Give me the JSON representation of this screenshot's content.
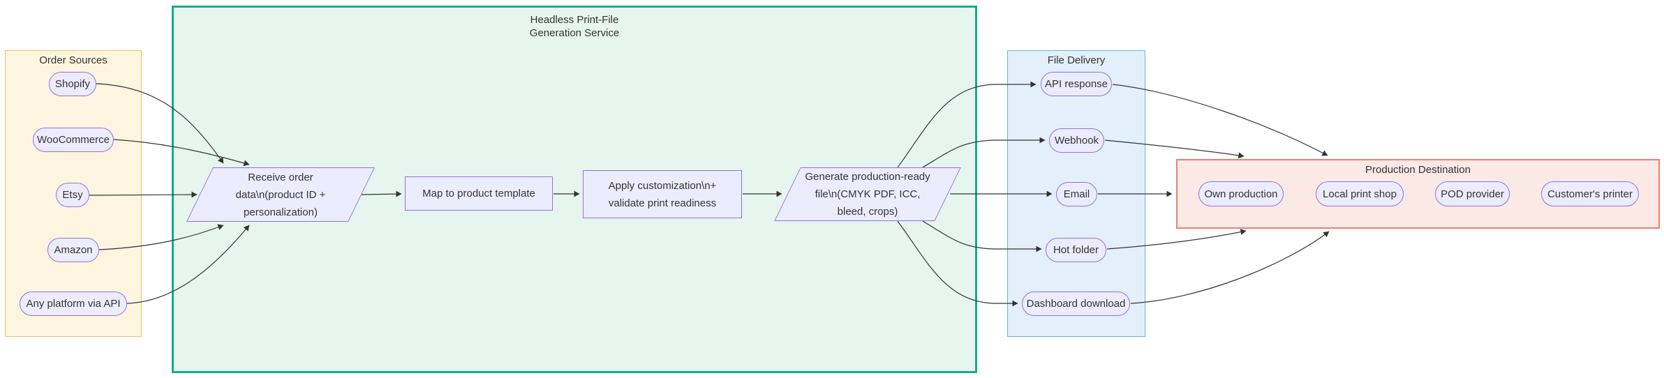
{
  "clusters": {
    "order_sources": {
      "title": "Order Sources",
      "fill": "#FDF5DF",
      "stroke": "#F2C063"
    },
    "service": {
      "title_lines": [
        "Headless Print-File",
        "Generation Service"
      ],
      "fill": "#E6F5EE",
      "stroke": "#14AE87"
    },
    "file_delivery": {
      "title": "File Delivery",
      "fill": "#E3F0FB",
      "stroke": "#64B1EC"
    },
    "production": {
      "title": "Production Destination",
      "fill": "#FBE9E6",
      "stroke": "#EF7E72"
    }
  },
  "nodes": {
    "shopify": "Shopify",
    "woocommerce": "WooCommerce",
    "etsy": "Etsy",
    "amazon": "Amazon",
    "any_platform": "Any platform via API",
    "api_response": "API response",
    "webhook": "Webhook",
    "email": "Email",
    "hot_folder": "Hot folder",
    "dashboard_download": "Dashboard download",
    "own_production": "Own production",
    "local_print_shop": "Local print shop",
    "pod_provider": "POD provider",
    "customers_printer": "Customer's printer"
  },
  "steps": {
    "receive": {
      "lines": [
        "Receive order",
        "data\\n(product ID +",
        "personalization)"
      ]
    },
    "map": {
      "lines": [
        "Map to product template"
      ]
    },
    "apply": {
      "lines": [
        "Apply customization\\n+",
        "validate print readiness"
      ]
    },
    "generate": {
      "lines": [
        "Generate production-ready",
        "file\\n(CMYK PDF, ICC,",
        "bleed, crops)"
      ]
    }
  },
  "node_style": {
    "fill": "#ECECFF",
    "stroke": "#9370DB",
    "text": "#333333"
  },
  "edge_color": "#333333",
  "edges": [
    {
      "from": "Shopify",
      "to": "Receive order data\\n(product ID + personalization)"
    },
    {
      "from": "WooCommerce",
      "to": "Receive order data\\n(product ID + personalization)"
    },
    {
      "from": "Etsy",
      "to": "Receive order data\\n(product ID + personalization)"
    },
    {
      "from": "Amazon",
      "to": "Receive order data\\n(product ID + personalization)"
    },
    {
      "from": "Any platform via API",
      "to": "Receive order data\\n(product ID + personalization)"
    },
    {
      "from": "Receive order data\\n(product ID + personalization)",
      "to": "Map to product template"
    },
    {
      "from": "Map to product template",
      "to": "Apply customization\\n+ validate print readiness"
    },
    {
      "from": "Apply customization\\n+ validate print readiness",
      "to": "Generate production-ready file\\n(CMYK PDF, ICC, bleed, crops)"
    },
    {
      "from": "Generate production-ready file\\n(CMYK PDF, ICC, bleed, crops)",
      "to": "API response"
    },
    {
      "from": "Generate production-ready file\\n(CMYK PDF, ICC, bleed, crops)",
      "to": "Webhook"
    },
    {
      "from": "Generate production-ready file\\n(CMYK PDF, ICC, bleed, crops)",
      "to": "Email"
    },
    {
      "from": "Generate production-ready file\\n(CMYK PDF, ICC, bleed, crops)",
      "to": "Hot folder"
    },
    {
      "from": "Generate production-ready file\\n(CMYK PDF, ICC, bleed, crops)",
      "to": "Dashboard download"
    },
    {
      "from": "API response",
      "to": "Production Destination"
    },
    {
      "from": "Webhook",
      "to": "Production Destination"
    },
    {
      "from": "Email",
      "to": "Production Destination"
    },
    {
      "from": "Hot folder",
      "to": "Production Destination"
    },
    {
      "from": "Dashboard download",
      "to": "Production Destination"
    }
  ]
}
